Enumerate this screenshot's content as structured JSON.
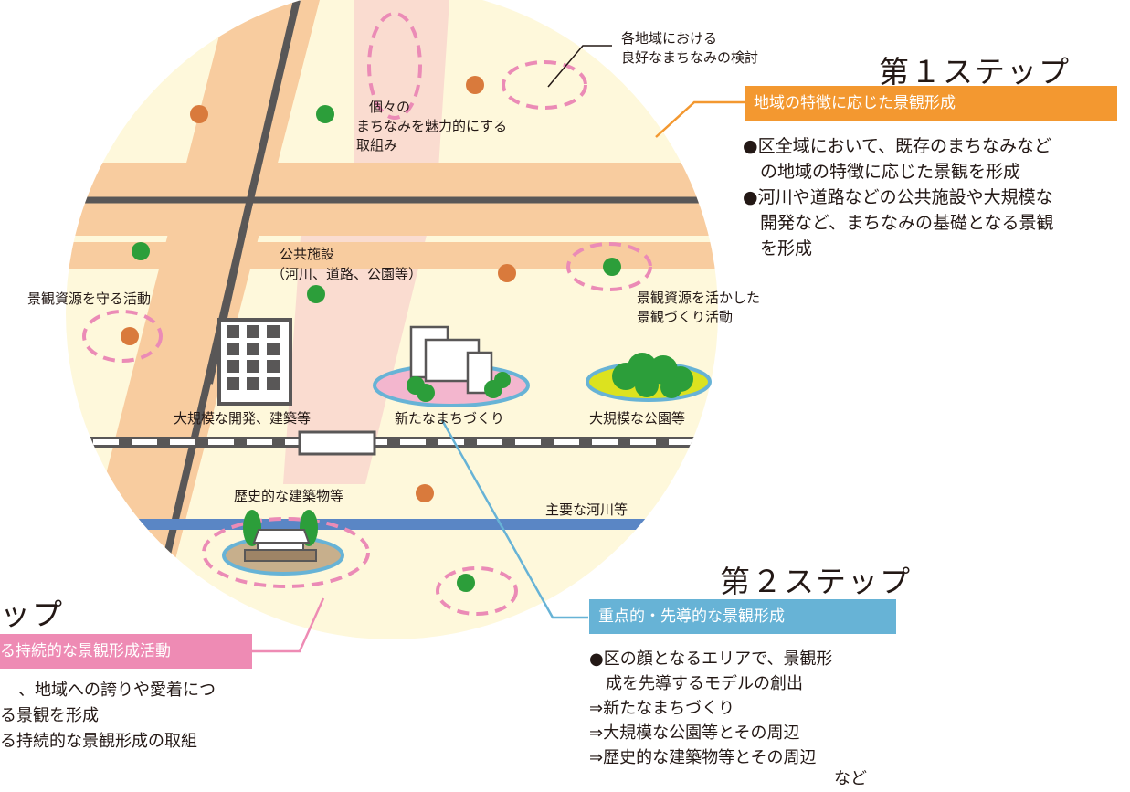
{
  "colors": {
    "circle_bg": "#FEF8DB",
    "road_band": "#F8CC9F",
    "district_band": "#FADCD0",
    "rail": "#595757",
    "river": "#5A86C5",
    "orange_accent": "#F39830",
    "blue_accent": "#67B3D6",
    "pink_accent": "#EE8BB4",
    "pink_dashed": "#EB8BB6",
    "green_dot": "#2C9E3A",
    "brown_dot": "#D97A3C"
  },
  "map_labels": {
    "local_review": [
      "各地域における",
      "良好なまちなみの検討"
    ],
    "individual": [
      "個々の",
      "まちなみを魅力的にする",
      "取組み"
    ],
    "public_facilities": [
      "公共施設",
      "（河川、道路、公園等）"
    ],
    "protect_resources": "景観資源を守る活動",
    "use_resources": [
      "景観資源を活かした",
      "景観づくり活動"
    ],
    "large_development": "大規模な開発、建築等",
    "new_town": "新たなまちづくり",
    "large_park": "大規模な公園等",
    "historic": "歴史的な建築物等",
    "major_river": "主要な河川等"
  },
  "step1": {
    "title": "第１ステップ",
    "band": "地域の特徴に応じた景観形成",
    "lines": [
      "●区全域において、既存のまちなみなど",
      "　の地域の特徴に応じた景観を形成",
      "●河川や道路などの公共施設や大規模な",
      "　開発など、まちなみの基礎となる景観",
      "　を形成"
    ]
  },
  "step2": {
    "title": "第２ステップ",
    "band": "重点的・先導的な景観形成",
    "lines": [
      "●区の顔となるエリアで、景観形",
      "　成を先導するモデルの創出",
      "⇒新たなまちづくり",
      "⇒大規模な公園等とその周辺",
      "⇒歴史的な建築物等とその周辺"
    ],
    "suffix": "など"
  },
  "step3": {
    "title": "ップ",
    "band": "る持続的な景観形成活動",
    "lines": [
      "、地域への誇りや愛着につ",
      "る景観を形成",
      "る持続的な景観形成の取組"
    ]
  }
}
